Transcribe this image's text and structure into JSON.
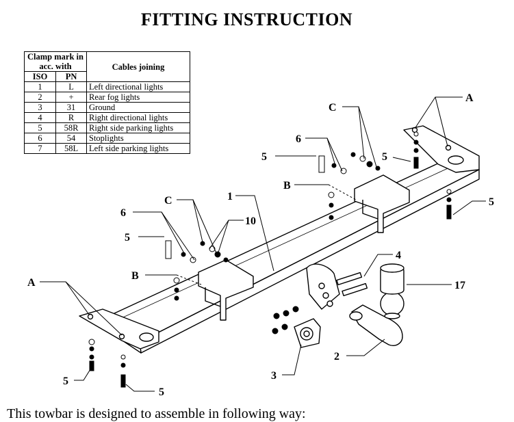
{
  "title": "FITTING  INSTRUCTION",
  "table": {
    "header_clamp": "Clamp mark in acc. with",
    "header_cables": "Cables joining",
    "sub_iso": "ISO",
    "sub_pn": "PN",
    "rows": [
      {
        "iso": "1",
        "pn": "L",
        "desc": "Left directional lights"
      },
      {
        "iso": "2",
        "pn": "+",
        "desc": "Rear fog lights"
      },
      {
        "iso": "3",
        "pn": "31",
        "desc": "Ground"
      },
      {
        "iso": "4",
        "pn": "R",
        "desc": "Right directional lights"
      },
      {
        "iso": "5",
        "pn": "58R",
        "desc": "Right side parking lights"
      },
      {
        "iso": "6",
        "pn": "54",
        "desc": "Stoplights"
      },
      {
        "iso": "7",
        "pn": "58L",
        "desc": "Left side parking lights"
      }
    ]
  },
  "callouts": {
    "a_left": "A",
    "a_right": "A",
    "b_left": "B",
    "b_right": "B",
    "c_left": "C",
    "c_right": "C",
    "n1": "1",
    "n2": "2",
    "n3": "3",
    "n4": "4",
    "n5_a": "5",
    "n5_b": "5",
    "n5_c": "5",
    "n5_d": "5",
    "n5_e": "5",
    "n5_f": "5",
    "n6_left": "6",
    "n6_right": "6",
    "n10": "10",
    "n17": "17"
  },
  "bottom_text": "This towbar is designed to assemble in following way:"
}
